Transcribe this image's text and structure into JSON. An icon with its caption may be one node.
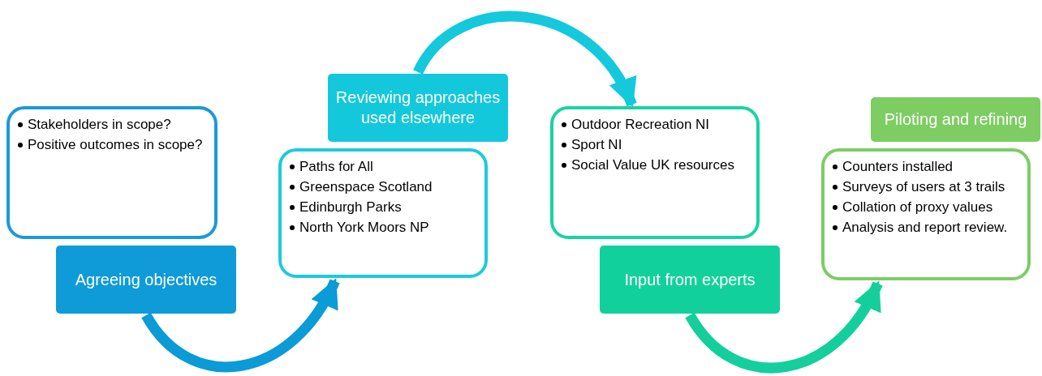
{
  "diagram": {
    "nodes": [
      {
        "text": [
          "Stakeholders in scope?",
          "Positive outcomes in scope?"
        ]
      },
      {
        "text": [
          "Agreeing objectives"
        ]
      },
      {
        "text": [
          "Reviewing approaches used elsewhere"
        ]
      },
      {
        "text": [
          "Paths for All",
          "Greenspace Scotland",
          "Edinburgh Parks",
          "North York Moors NP"
        ]
      },
      {
        "text": [
          "Outdoor Recreation NI",
          "Sport NI",
          "Social Value UK resources"
        ]
      },
      {
        "text": [
          "Input from experts"
        ]
      },
      {
        "text": [
          "Piloting and refining"
        ]
      },
      {
        "text": [
          "Counters installed",
          "Surveys of users at 3 trails",
          "Collation of proxy values",
          "Analysis and report review."
        ]
      }
    ],
    "edges": [
      {
        "from": 1,
        "to": 3,
        "arrow": "to",
        "color": "#0b9bd7"
      },
      {
        "from": 2,
        "to": 4,
        "arrow": "to",
        "color": "#14c9db"
      },
      {
        "from": 5,
        "to": 7,
        "arrow": "to",
        "color": "#14cf9c"
      }
    ]
  }
}
